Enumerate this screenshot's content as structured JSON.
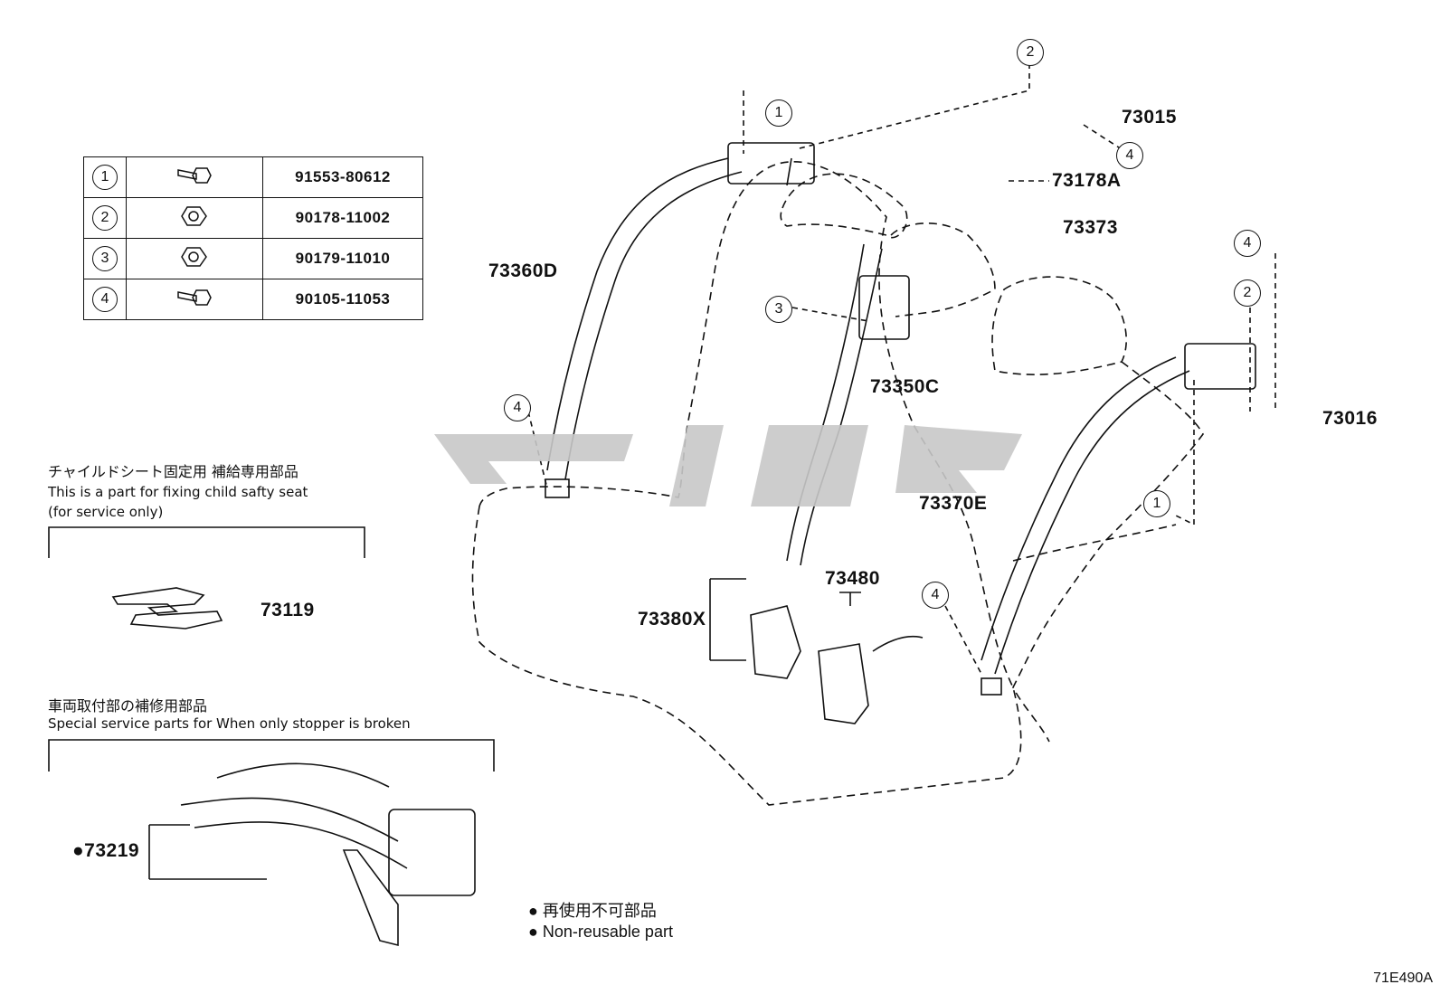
{
  "fastener_table": [
    {
      "ref": "1",
      "icon": "bolt-icon",
      "part_no": "91553-80612"
    },
    {
      "ref": "2",
      "icon": "nut-icon",
      "part_no": "90178-11002"
    },
    {
      "ref": "3",
      "icon": "nut-icon",
      "part_no": "90179-11010"
    },
    {
      "ref": "4",
      "icon": "bolt-icon",
      "part_no": "90105-11053"
    }
  ],
  "parts": {
    "p73015": "73015",
    "p73178A": "73178A",
    "p73373": "73373",
    "p73360D": "73360D",
    "p73350C": "73350C",
    "p73016": "73016",
    "p73370E": "73370E",
    "p73380X": "73380X",
    "p73480": "73480",
    "p73119": "73119",
    "p73219": "●73219"
  },
  "callouts": {
    "c1a": "1",
    "c2a": "2",
    "c4a": "4",
    "c3": "3",
    "c4b": "4",
    "c4c": "4",
    "c2b": "2",
    "c1b": "1",
    "c4d": "4"
  },
  "notes": {
    "child_seat_jp": "チャイルドシート固定用 補給専用部品",
    "child_seat_en": "This is a part for fixing child safty seat",
    "child_seat_en2": "(for service only)",
    "stopper_jp": "車両取付部の補修用部品",
    "stopper_en": "Special service parts for When only stopper is broken"
  },
  "legend": {
    "non_reusable_jp": "● 再使用不可部品",
    "non_reusable_en": "● Non-reusable part"
  },
  "diagram_code": "71E490A",
  "colors": {
    "line": "#111111",
    "watermark": "#c8c8c8"
  }
}
